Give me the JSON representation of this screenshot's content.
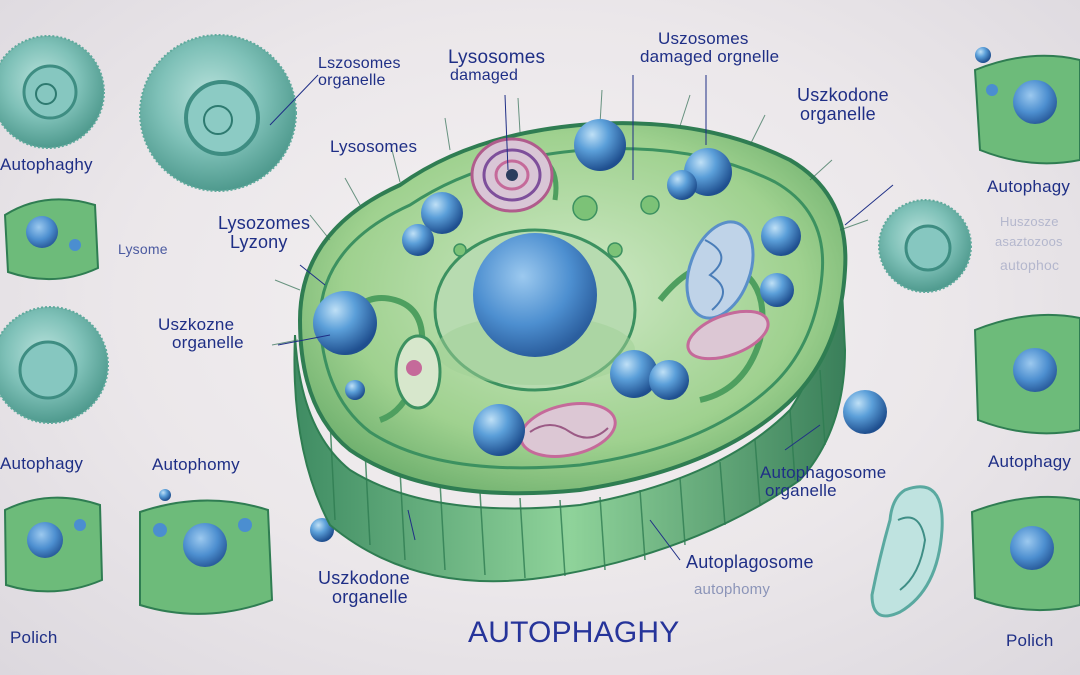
{
  "title": "AUTOPHAGHY",
  "labels": {
    "top_left_1": "Lszosomes",
    "top_left_2": "organelle",
    "top_center_1": "Lysosomes",
    "top_center_2": "damaged",
    "top_right_1": "Uszosomes",
    "top_right_2": "damaged orgnelle",
    "right_1": "Uszkodone",
    "right_2": "organelle",
    "left_lysosomes": "Lysosomes",
    "left_lyso2_1": "Lysozomes",
    "left_lyso2_2": "Lyzony",
    "left_mid_1": "Uszkozne",
    "left_mid_2": "organelle",
    "autophomy": "Autophomy",
    "bottom_center_1": "Uszkodone",
    "bottom_center_2": "organelle",
    "autophagosome_1": "Autophagosome",
    "autophagosome_2": "organelle",
    "autoplagosome": "Autoplagosome",
    "autophomy_faint": "autophomy"
  },
  "side_labels": {
    "autophaghy_left_top": "Autophaghy",
    "lysome": "Lysome",
    "autophagy_left_mid": "Autophagy",
    "polich_left": "Polich",
    "autophagy_right_top": "Autophagy",
    "garbled_1": "Huszosze",
    "garbled_2": "asaztozoos",
    "garbled_3": "autophoc",
    "autophagy_right_mid": "Autophagy",
    "polich_right": "Polich"
  },
  "colors": {
    "label_text": "#1f2f86",
    "cell_green": "#5fae72",
    "cell_dark_green": "#2f7d52",
    "cell_teal": "#5aa9a0",
    "lysosome_blue": "#4b8ed0",
    "nucleus_blue": "#3f82c7",
    "mito_pink": "#c56a9a",
    "background": "#ece8eb"
  }
}
